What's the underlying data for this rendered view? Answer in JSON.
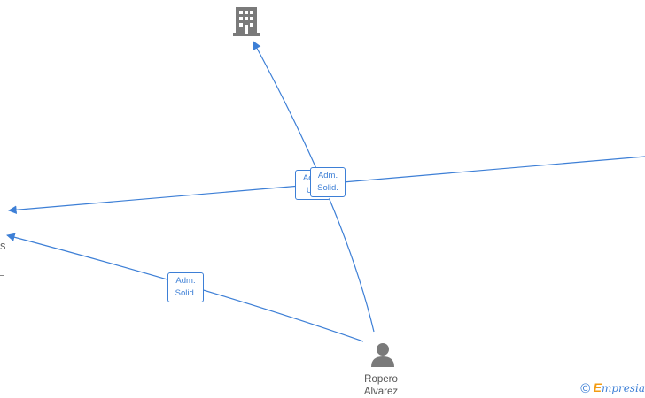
{
  "nodes": {
    "company": {
      "icon": "building-icon"
    },
    "person": {
      "icon": "person-icon",
      "name_line1": "Ropero",
      "name_line2": "Alvarez"
    },
    "left_partial": {
      "text": "s"
    }
  },
  "edge_labels": {
    "to_company_back": {
      "line1": "Adm.",
      "line2": "Uni"
    },
    "to_company": {
      "line1": "Adm.",
      "line2": "Solid."
    },
    "to_left": {
      "line1": "Adm.",
      "line2": "Solid."
    }
  },
  "colors": {
    "edge": "#3d7fd6",
    "icon": "#7a7a7a",
    "brand_orange": "#f39c12"
  },
  "watermark": {
    "copyright": "©",
    "brand_initial": "E",
    "brand_rest": "mpresia"
  }
}
